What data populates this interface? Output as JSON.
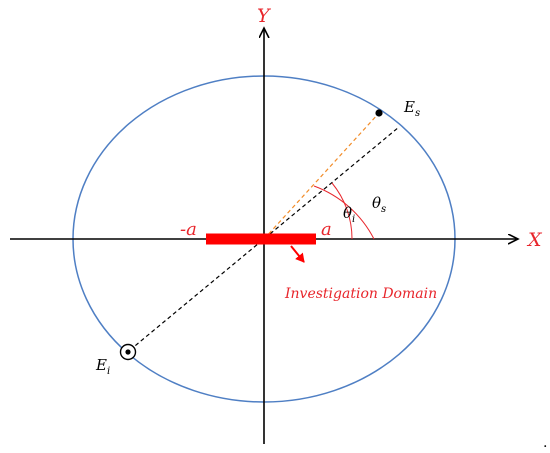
{
  "labels": {
    "y_axis": "Y",
    "x_axis": "X",
    "scattered_field": "E",
    "scattered_sub": "s",
    "incident_field": "E",
    "incident_sub": "i",
    "theta": "θ",
    "theta_i_sub": "i",
    "theta_s_sub": "s",
    "left_end": "-a",
    "right_end": "a",
    "domain": "Investigation Domain",
    "dot": "."
  },
  "colors": {
    "axes": "#000000",
    "axis_label": "#e8262c",
    "ellipse": "#4f7fc4",
    "domain_bar": "#ff0000",
    "orange_dashed": "#f28c28",
    "arc": "#e8262c",
    "text": "#000000"
  },
  "icons": {
    "incident_marker": "circle-dot-icon",
    "scatter_marker": "filled-dot-icon",
    "arrow_marker": "red-arrow-icon"
  }
}
